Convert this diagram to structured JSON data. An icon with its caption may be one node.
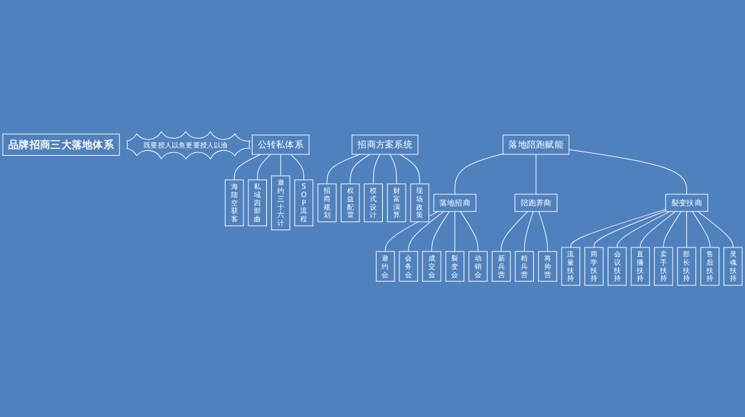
{
  "diagram": {
    "nodes": [
      {
        "text": [
          "品牌招商三大落地体系"
        ]
      },
      {
        "text": [
          "既要授人以鱼更要授人以渔"
        ]
      },
      {
        "text": [
          "公转私体系"
        ]
      },
      {
        "text": [
          "招商方案系统"
        ]
      },
      {
        "text": [
          "落地陪跑赋能"
        ]
      },
      {
        "text": [
          "海陆空获客"
        ]
      },
      {
        "text": [
          "私域四部曲"
        ]
      },
      {
        "text": [
          "邀约三十六计"
        ]
      },
      {
        "text": [
          "SOP流程"
        ]
      },
      {
        "text": [
          "招商规划"
        ]
      },
      {
        "text": [
          "权益配置"
        ]
      },
      {
        "text": [
          "模式设计"
        ]
      },
      {
        "text": [
          "财富演算"
        ]
      },
      {
        "text": [
          "现场政策"
        ]
      },
      {
        "text": [
          "落地招商"
        ]
      },
      {
        "text": [
          "陪跑养商"
        ]
      },
      {
        "text": [
          "裂变扶商"
        ]
      },
      {
        "text": [
          "邀约会"
        ]
      },
      {
        "text": [
          "会务会"
        ]
      },
      {
        "text": [
          "成交会"
        ]
      },
      {
        "text": [
          "裂变会"
        ]
      },
      {
        "text": [
          "动销会"
        ]
      },
      {
        "text": [
          "新兵营"
        ]
      },
      {
        "text": [
          "精兵营"
        ]
      },
      {
        "text": [
          "将帅营"
        ]
      },
      {
        "text": [
          "流量扶持"
        ]
      },
      {
        "text": [
          "商学扶持"
        ]
      },
      {
        "text": [
          "会议扶持"
        ]
      },
      {
        "text": [
          "直播扶持"
        ]
      },
      {
        "text": [
          "卖手扶持"
        ]
      },
      {
        "text": [
          "部长扶持"
        ]
      },
      {
        "text": [
          "售后扶持"
        ]
      },
      {
        "text": [
          "灵魂扶持"
        ]
      }
    ],
    "edges": [
      {
        "from": 2,
        "to": 5,
        "arrow": "none"
      },
      {
        "from": 2,
        "to": 6,
        "arrow": "none"
      },
      {
        "from": 2,
        "to": 7,
        "arrow": "none"
      },
      {
        "from": 2,
        "to": 8,
        "arrow": "none"
      },
      {
        "from": 3,
        "to": 9,
        "arrow": "none"
      },
      {
        "from": 3,
        "to": 10,
        "arrow": "none"
      },
      {
        "from": 3,
        "to": 11,
        "arrow": "none"
      },
      {
        "from": 3,
        "to": 12,
        "arrow": "none"
      },
      {
        "from": 3,
        "to": 13,
        "arrow": "none"
      },
      {
        "from": 4,
        "to": 14,
        "arrow": "none"
      },
      {
        "from": 4,
        "to": 15,
        "arrow": "none"
      },
      {
        "from": 4,
        "to": 16,
        "arrow": "none"
      },
      {
        "from": 14,
        "to": 17,
        "arrow": "none"
      },
      {
        "from": 14,
        "to": 18,
        "arrow": "none"
      },
      {
        "from": 14,
        "to": 19,
        "arrow": "none"
      },
      {
        "from": 14,
        "to": 20,
        "arrow": "none"
      },
      {
        "from": 14,
        "to": 21,
        "arrow": "none"
      },
      {
        "from": 15,
        "to": 22,
        "arrow": "none"
      },
      {
        "from": 15,
        "to": 23,
        "arrow": "none"
      },
      {
        "from": 15,
        "to": 24,
        "arrow": "none"
      },
      {
        "from": 16,
        "to": 25,
        "arrow": "none"
      },
      {
        "from": 16,
        "to": 26,
        "arrow": "none"
      },
      {
        "from": 16,
        "to": 27,
        "arrow": "none"
      },
      {
        "from": 16,
        "to": 28,
        "arrow": "none"
      },
      {
        "from": 16,
        "to": 29,
        "arrow": "none"
      },
      {
        "from": 16,
        "to": 30,
        "arrow": "none"
      },
      {
        "from": 16,
        "to": 31,
        "arrow": "none"
      },
      {
        "from": 16,
        "to": 32,
        "arrow": "none"
      }
    ]
  }
}
